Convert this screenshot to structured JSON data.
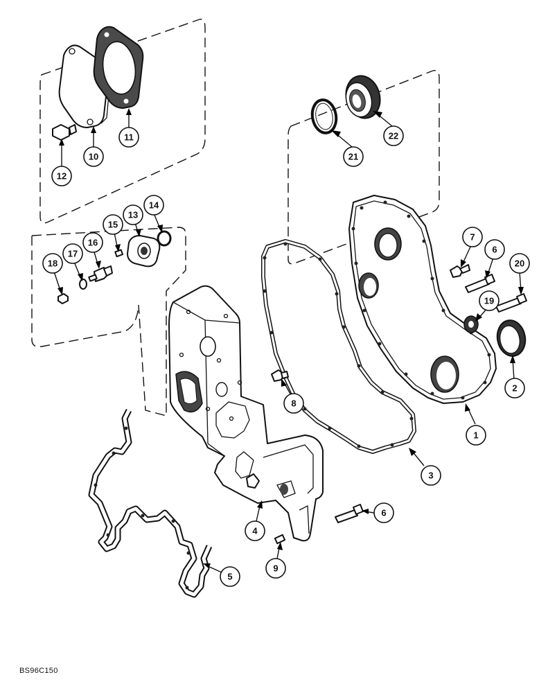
{
  "callouts": [
    {
      "id": "c1",
      "label": "1"
    },
    {
      "id": "c2",
      "label": "2"
    },
    {
      "id": "c3",
      "label": "3"
    },
    {
      "id": "c4",
      "label": "4"
    },
    {
      "id": "c5",
      "label": "5"
    },
    {
      "id": "c6a",
      "label": "6"
    },
    {
      "id": "c6b",
      "label": "6"
    },
    {
      "id": "c7",
      "label": "7"
    },
    {
      "id": "c8",
      "label": "8"
    },
    {
      "id": "c9",
      "label": "9"
    },
    {
      "id": "c10",
      "label": "10"
    },
    {
      "id": "c11",
      "label": "11"
    },
    {
      "id": "c12",
      "label": "12"
    },
    {
      "id": "c13",
      "label": "13"
    },
    {
      "id": "c14",
      "label": "14"
    },
    {
      "id": "c15",
      "label": "15"
    },
    {
      "id": "c16",
      "label": "16"
    },
    {
      "id": "c17",
      "label": "17"
    },
    {
      "id": "c18",
      "label": "18"
    },
    {
      "id": "c19",
      "label": "19"
    },
    {
      "id": "c20",
      "label": "20"
    },
    {
      "id": "c21",
      "label": "21"
    },
    {
      "id": "c22",
      "label": "22"
    }
  ],
  "figure_code": "BS96C150"
}
